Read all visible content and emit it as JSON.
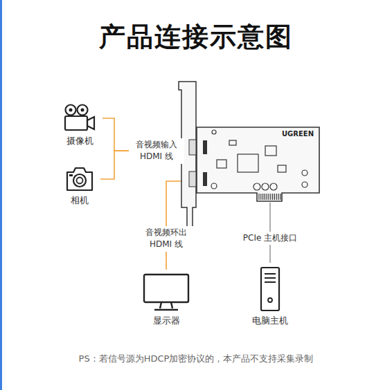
{
  "diagram": {
    "title": "产品连接示意图",
    "caption": "PS：若信号源为HDCP加密协议的，本产品不支持采集录制",
    "nodes": [
      {
        "text": [
          "摄像机"
        ]
      },
      {
        "text": [
          "相机"
        ]
      },
      {
        "text": [
          "UGREEN"
        ]
      },
      {
        "text": [
          "显示器"
        ]
      },
      {
        "text": [
          "电脑主机"
        ]
      }
    ],
    "edges": [
      {
        "from": 0,
        "to": 2,
        "arrow": "none",
        "label": "音视频输入 HDMI 线"
      },
      {
        "from": 1,
        "to": 2,
        "arrow": "none"
      },
      {
        "from": 2,
        "to": 3,
        "arrow": "none",
        "label": "音视频环出 HDMI 线"
      },
      {
        "from": 2,
        "to": 4,
        "arrow": "none",
        "label": "PCIe 主机接口"
      }
    ]
  }
}
